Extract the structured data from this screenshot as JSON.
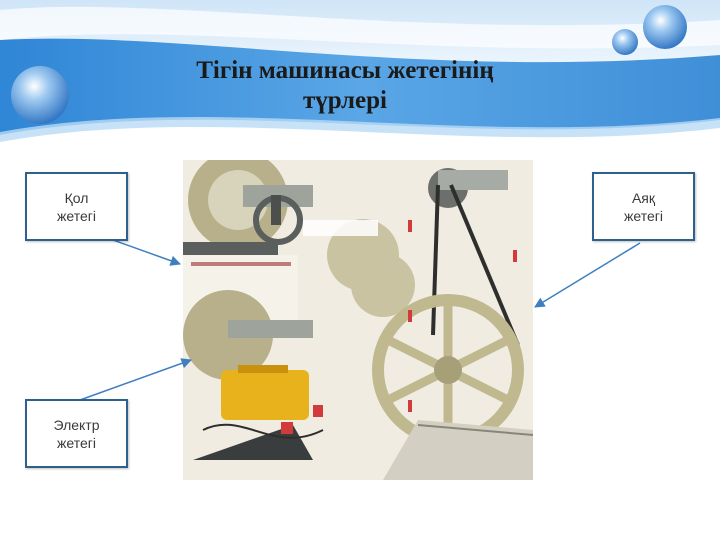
{
  "slide": {
    "title_line1": "Тігін машинасы жетегінің",
    "title_line2": "түрлері"
  },
  "callouts": {
    "hand": {
      "line1": "Қол",
      "line2": "жетегі"
    },
    "foot": {
      "line1": "Аяқ",
      "line2": "жетегі"
    },
    "electric": {
      "line1": "Электр",
      "line2": "жетегі"
    }
  },
  "colors": {
    "banner": "#3f8fd8",
    "callout_border": "#2f5f8c",
    "arrow": "#3f7fc0",
    "motor": "#e8b21c"
  }
}
